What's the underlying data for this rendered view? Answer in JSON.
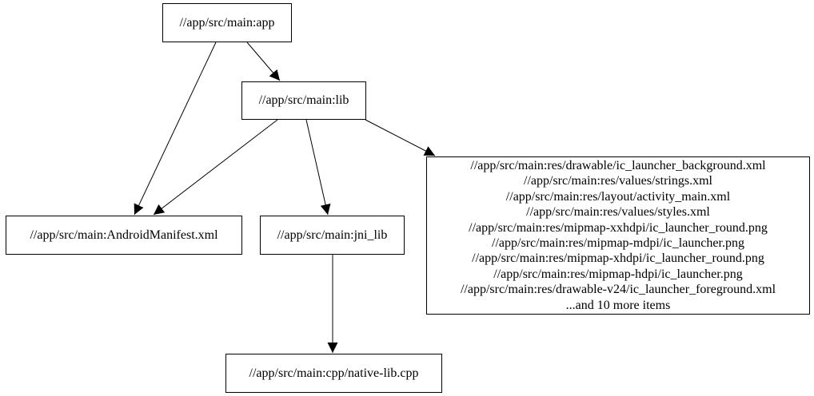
{
  "diagram": {
    "type": "dependency-graph",
    "background_color": "#ffffff",
    "node_border_color": "#000000",
    "edge_color": "#000000",
    "nodes": {
      "app": {
        "label": "//app/src/main:app"
      },
      "lib": {
        "label": "//app/src/main:lib"
      },
      "manifest": {
        "label": "//app/src/main:AndroidManifest.xml"
      },
      "jni_lib": {
        "label": "//app/src/main:jni_lib"
      },
      "res_group": {
        "lines": [
          "//app/src/main:res/drawable/ic_launcher_background.xml",
          "//app/src/main:res/values/strings.xml",
          "//app/src/main:res/layout/activity_main.xml",
          "//app/src/main:res/values/styles.xml",
          "//app/src/main:res/mipmap-xxhdpi/ic_launcher_round.png",
          "//app/src/main:res/mipmap-mdpi/ic_launcher.png",
          "//app/src/main:res/mipmap-xhdpi/ic_launcher_round.png",
          "//app/src/main:res/mipmap-hdpi/ic_launcher.png",
          "//app/src/main:res/drawable-v24/ic_launcher_foreground.xml",
          "...and 10 more items"
        ]
      },
      "native_lib": {
        "label": "//app/src/main:cpp/native-lib.cpp"
      }
    },
    "edges": [
      {
        "from": "app",
        "to": "lib"
      },
      {
        "from": "app",
        "to": "manifest"
      },
      {
        "from": "lib",
        "to": "manifest"
      },
      {
        "from": "lib",
        "to": "jni_lib"
      },
      {
        "from": "lib",
        "to": "res_group"
      },
      {
        "from": "jni_lib",
        "to": "native_lib"
      }
    ]
  }
}
